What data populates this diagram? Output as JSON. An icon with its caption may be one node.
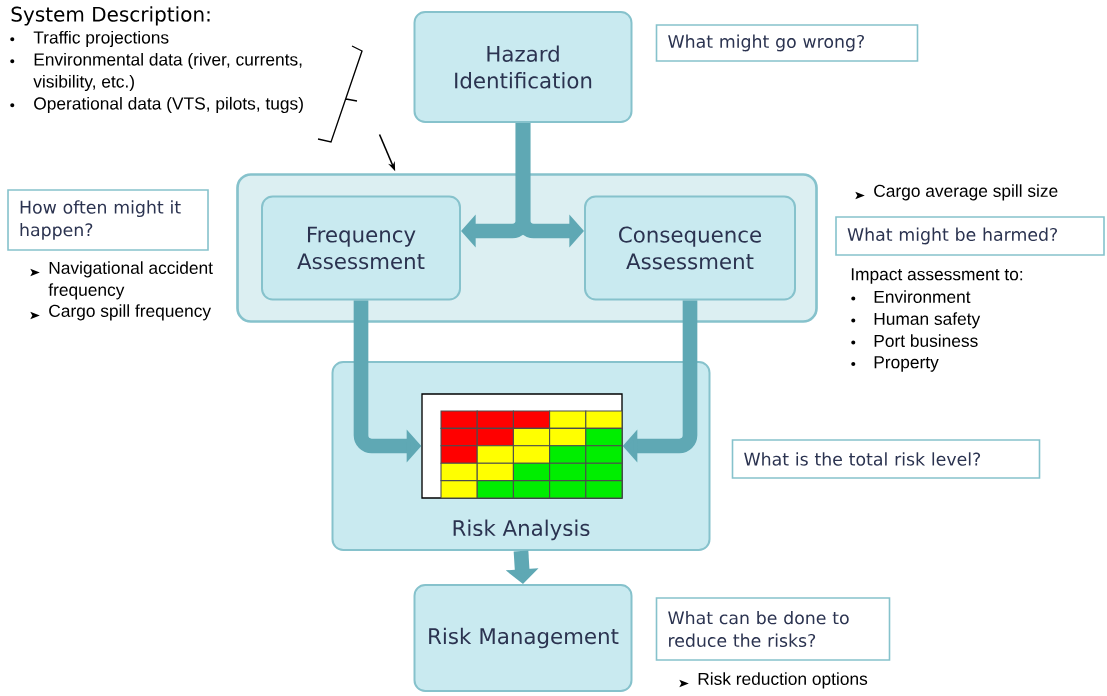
{
  "diagram": {
    "nodes": [
      {
        "text": [
          "System Description:",
          "Traffic projections",
          "Environmental data (river, currents, visibility, etc.)",
          "Operational data (VTS, pilots, tugs)"
        ]
      },
      {
        "text": [
          "Hazard Identification"
        ]
      },
      {
        "text": [],
        "shape": "box"
      },
      {
        "text": [
          "Frequency Assessment"
        ],
        "in": 2
      },
      {
        "text": [
          "Consequence Assessment"
        ],
        "in": 2
      },
      {
        "text": [
          "Risk Analysis"
        ]
      },
      {
        "text": [],
        "shape": "picture",
        "in": 5
      },
      {
        "text": [
          "Risk Management"
        ]
      },
      {
        "text": [
          "What might go wrong?"
        ]
      },
      {
        "text": [
          "How often might it happen?"
        ]
      },
      {
        "text": [
          "What might be harmed?"
        ]
      },
      {
        "text": [
          "What is the total risk level?"
        ]
      },
      {
        "text": [
          "What can be done to reduce the risks?"
        ]
      }
    ],
    "edges": [
      {
        "from": 0,
        "to": 2,
        "arrow": "to",
        "color": "#000000"
      },
      {
        "from": 1,
        "to": 3,
        "arrow": "to"
      },
      {
        "from": 1,
        "to": 4,
        "arrow": "to"
      },
      {
        "from": 3,
        "to": 6,
        "arrow": "to"
      },
      {
        "from": 4,
        "to": 6,
        "arrow": "to"
      },
      {
        "from": 5,
        "to": 7,
        "arrow": "to"
      }
    ],
    "labels": [
      "Navigational accident frequency",
      "Cargo spill frequency",
      "Cargo average spill size",
      "Impact assessment to:",
      "Environment",
      "Human safety",
      "Port business",
      "Property",
      "Risk reduction options"
    ]
  }
}
